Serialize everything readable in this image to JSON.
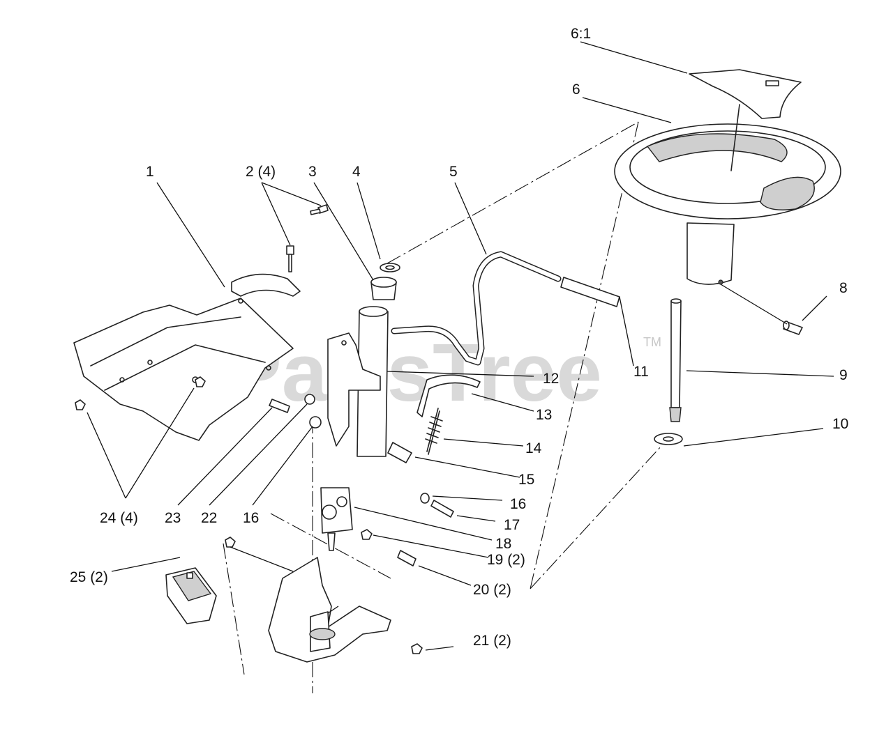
{
  "watermark": {
    "text": "PartsTree",
    "trademark": "TM"
  },
  "callouts": [
    {
      "id": "c-6-1",
      "text": "6:1"
    },
    {
      "id": "c-6",
      "text": "6"
    },
    {
      "id": "c-1",
      "text": "1"
    },
    {
      "id": "c-2",
      "text": "2 (4)"
    },
    {
      "id": "c-3",
      "text": "3"
    },
    {
      "id": "c-4",
      "text": "4"
    },
    {
      "id": "c-5",
      "text": "5"
    },
    {
      "id": "c-8",
      "text": "8"
    },
    {
      "id": "c-9",
      "text": "9"
    },
    {
      "id": "c-10",
      "text": "10"
    },
    {
      "id": "c-11",
      "text": "11"
    },
    {
      "id": "c-12",
      "text": "12"
    },
    {
      "id": "c-13",
      "text": "13"
    },
    {
      "id": "c-14",
      "text": "14"
    },
    {
      "id": "c-15",
      "text": "15"
    },
    {
      "id": "c-16a",
      "text": "16"
    },
    {
      "id": "c-17",
      "text": "17"
    },
    {
      "id": "c-18",
      "text": "18"
    },
    {
      "id": "c-19",
      "text": "19 (2)"
    },
    {
      "id": "c-20",
      "text": "20 (2)"
    },
    {
      "id": "c-21",
      "text": "21 (2)"
    },
    {
      "id": "c-24",
      "text": "24 (4)"
    },
    {
      "id": "c-23",
      "text": "23"
    },
    {
      "id": "c-22",
      "text": "22"
    },
    {
      "id": "c-16b",
      "text": "16"
    },
    {
      "id": "c-25",
      "text": "25 (2)"
    }
  ]
}
